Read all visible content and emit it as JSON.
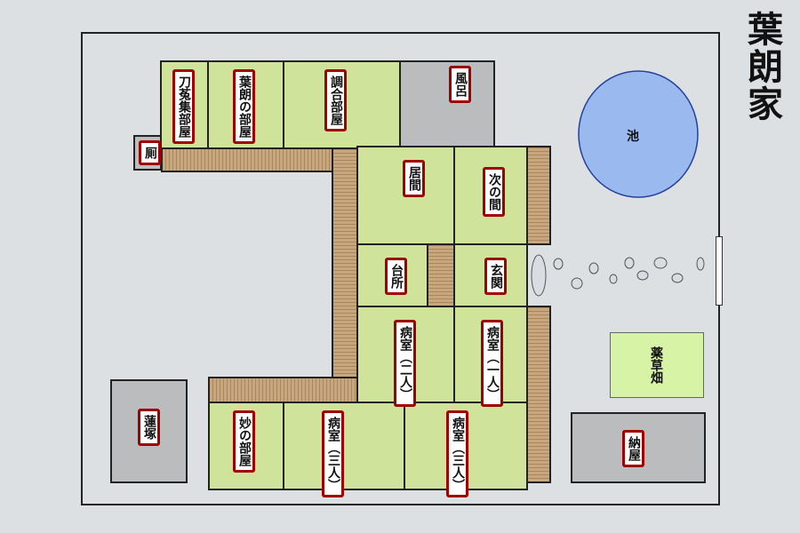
{
  "title": "葉朗家",
  "rooms": {
    "toutokushu": "刀菟集部屋",
    "hagane": "葉朗の部屋",
    "chougou": "調合部屋",
    "furo": "風呂",
    "kawaya": "厠",
    "ima": "居間",
    "tsuginoma": "次の間",
    "daidokoro": "台所",
    "genkan": "玄関",
    "byoushitsu_2": "病室（二人）",
    "byoushitsu_1": "病室（一人）",
    "tae": "妙の部屋",
    "byoushitsu_3a": "病室（三人）",
    "byoushitsu_3b": "病室（三人）",
    "hasuzuka": "蓮塚",
    "yakusoubatake": "薬草畑",
    "naya": "納屋"
  },
  "pond": "池",
  "colors": {
    "tatami": "#cfe39a",
    "corridor": "#c8a77e",
    "label_border": "#a00000",
    "pond": "#9ab9ee",
    "garden": "#d6f3a6",
    "grey_room": "#bbbcbe"
  }
}
